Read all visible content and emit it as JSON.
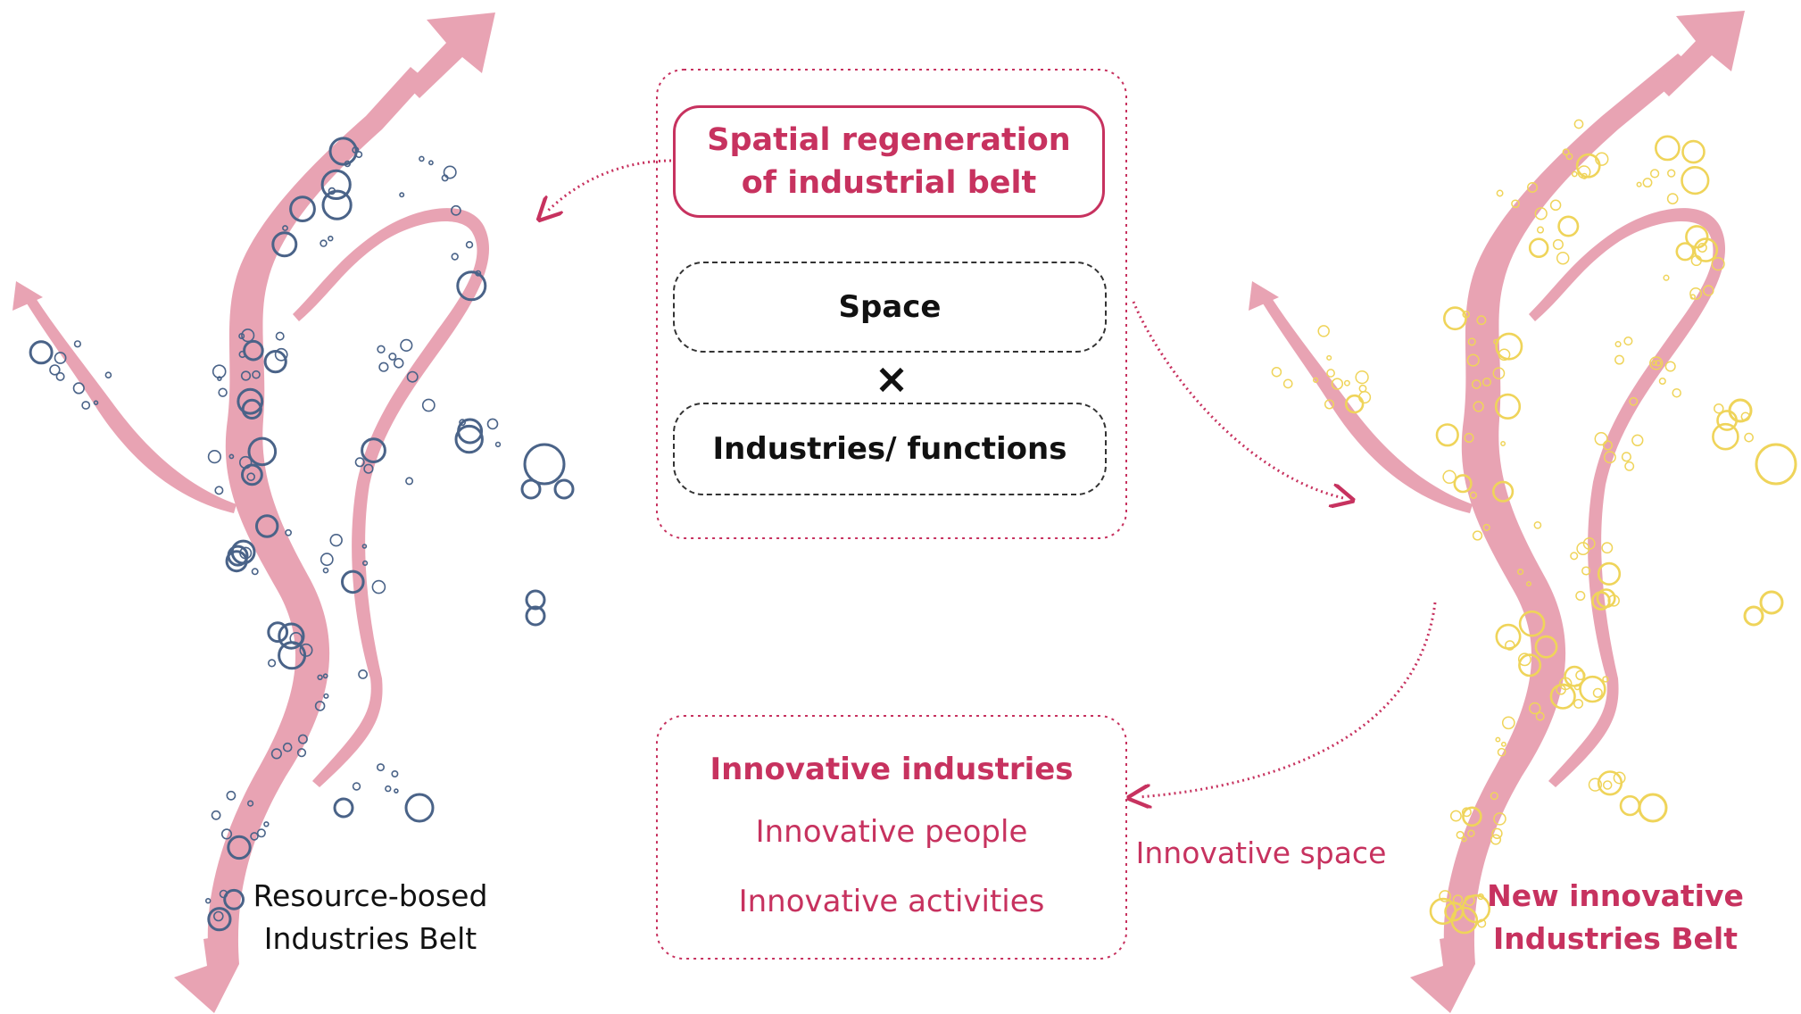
{
  "center": {
    "regeneration_line1": "Spatial regeneration",
    "regeneration_line2": "of industrial belt",
    "space": "Space",
    "operator": "×",
    "industries_functions": "Industries/ functions"
  },
  "innovation_box": {
    "industries": "Innovative industries",
    "people": "Innovative people",
    "activities": "Innovative activities"
  },
  "innovative_space": "Innovative space",
  "left_label": {
    "line1": "Resource-bosed",
    "line2": "Industries Belt"
  },
  "right_label": {
    "line1": "New innovative",
    "line2": "Industries Belt"
  },
  "colors": {
    "belt": "#e8a3b3",
    "accent": "#c7325f",
    "blue_circles": "#4a6388",
    "yellow_circles": "#efd45a",
    "text_dark": "#111111"
  }
}
